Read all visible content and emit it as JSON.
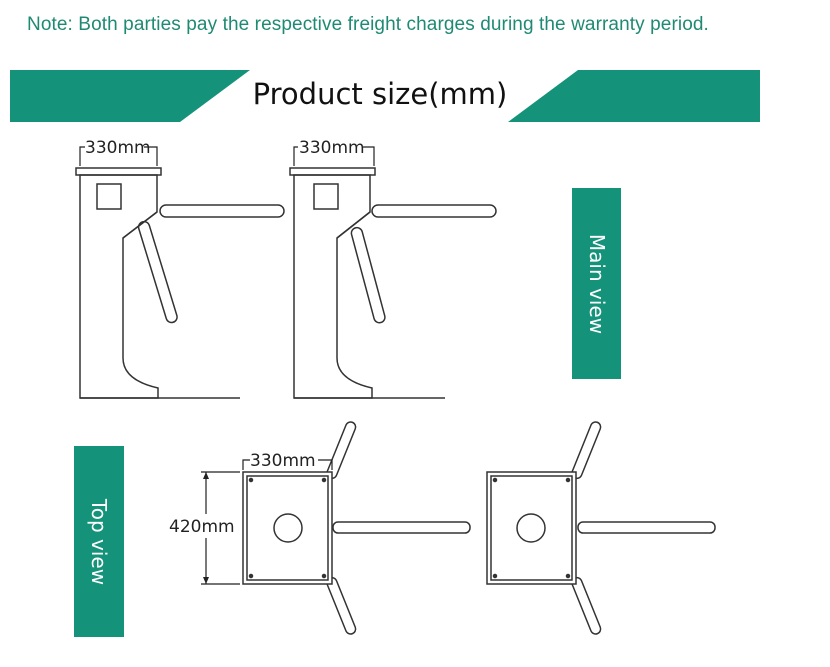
{
  "note": "Note: Both parties pay the respective freight charges during the warranty period.",
  "banner": {
    "title": "Product size(mm)"
  },
  "labels": {
    "main_view": "Main view",
    "top_view": "Top view"
  },
  "dimensions": {
    "front_width_left": "330mm",
    "front_width_right": "330mm",
    "top_width": "330mm",
    "top_depth": "420mm"
  },
  "colors": {
    "accent": "#14937a",
    "note_text": "#1f8a73"
  }
}
